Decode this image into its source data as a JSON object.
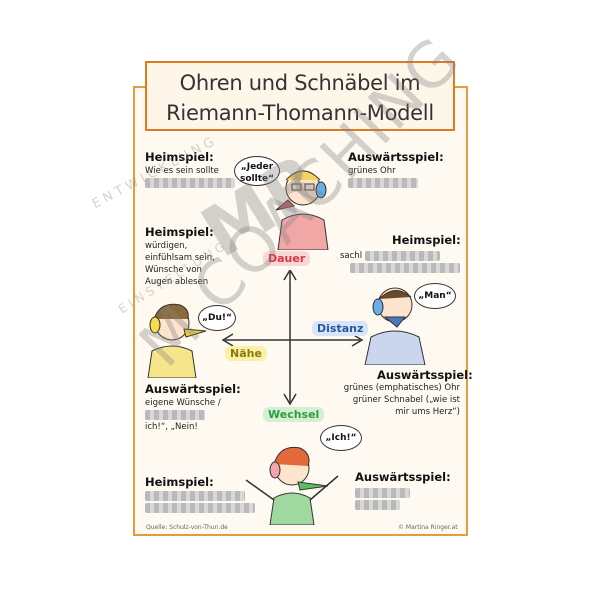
{
  "title": {
    "line1": "Ohren und Schnäbel im",
    "line2": "Riemann-Thomann-Modell"
  },
  "top_left": {
    "heading": "Heimspiel:",
    "text": "Wie es sein sollte"
  },
  "top_right": {
    "heading": "Auswärtsspiel:",
    "text": "grünes Ohr"
  },
  "dauer_bubble": {
    "line1": "„Jeder",
    "line2": "sollte“"
  },
  "left_mid": {
    "heading": "Heimspiel:",
    "lines": [
      "würdigen,",
      "einfühlsam sein,",
      "Wünsche von",
      "Augen ablesen"
    ]
  },
  "right_mid": {
    "heading": "Heimspiel:",
    "text": "sachl"
  },
  "axis": {
    "dauer": "Dauer",
    "distanz": "Distanz",
    "naehe": "Nähe",
    "wechsel": "Wechsel"
  },
  "naehe_bubble": "„Du!“",
  "distanz_bubble": "„Man“",
  "wechsel_bubble": "„Ich!“",
  "left_lower": {
    "heading": "Auswärtsspiel:",
    "line1": "eigene Wünsche /",
    "line3": "ich!“, „Nein!"
  },
  "right_lower": {
    "heading": "Auswärtsspiel:",
    "lines": [
      "grünes (emphatisches) Ohr",
      "grüner Schnabel („wie ist",
      "mir ums Herz“)"
    ]
  },
  "bottom_left": {
    "heading": "Heimspiel:"
  },
  "bottom_right": {
    "heading": "Auswärtsspiel:"
  },
  "source": "Quelle: Schulz-von-Thun.de",
  "copyright": "© Martina Ringer.at",
  "watermark": {
    "text1": "ENTWICKLUNG",
    "text2": "MR",
    "text3": "EINSTELLUNG",
    "text4": "M  COACHING"
  },
  "colors": {
    "frame": "#e07a21",
    "dauer": "#d9363e",
    "distanz": "#2b56a6",
    "naehe": "#e3c21a",
    "wechsel": "#2f9d3f"
  }
}
